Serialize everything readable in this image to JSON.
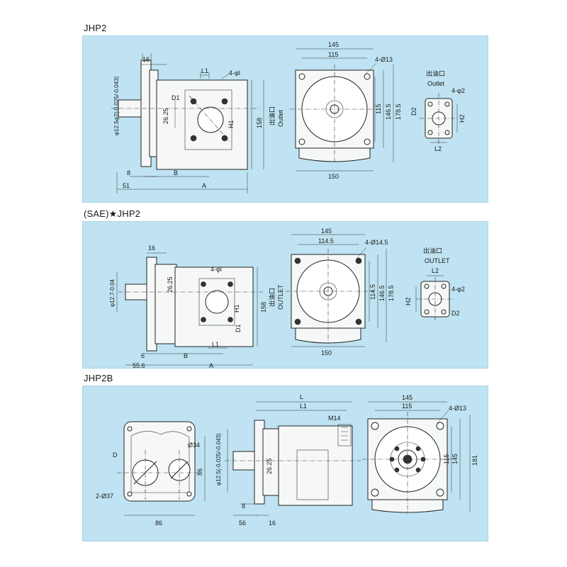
{
  "sections": [
    {
      "title": "JHP2",
      "side": {
        "d16": "16",
        "L1": "L1",
        "holes": "4-φl",
        "D1": "D1",
        "d2625": "26.25",
        "H1": "H1",
        "d158": "158",
        "d8": "8",
        "B": "B",
        "d51": "51",
        "A": "A",
        "shaft": "φ12.5φ7(-0.025/-0.043)"
      },
      "front": {
        "d145": "145",
        "d115": "115",
        "holes": "4-Ø13",
        "d115v": "115",
        "d1465": "146.5",
        "d1785": "178.5",
        "d150": "150",
        "outlet_cn": "出油口",
        "outlet_en": "Outlet"
      },
      "port": {
        "outlet_cn": "出油口",
        "outlet_en": "Outlet",
        "holes": "4-φ2",
        "D2": "D2",
        "H2": "H2",
        "L2": "L2"
      }
    },
    {
      "title": "(SAE)★JHP2",
      "side": {
        "d16": "16",
        "holes": "4-φl",
        "d2625": "26.25",
        "H1": "H1",
        "D1": "D1",
        "L1": "L1",
        "d158": "158",
        "d6": "6",
        "B": "B",
        "d556": "55.6",
        "A": "A",
        "shaft": "φ12.7-0.04"
      },
      "front": {
        "d145": "145",
        "d1145": "114.5",
        "holes": "4-Ø14.5",
        "d1145v": "114.5",
        "d1465": "146.5",
        "d1785": "178.5",
        "d150": "150",
        "outlet_cn": "出油口",
        "outlet_en": "OUTLET"
      },
      "port": {
        "outlet_cn": "出油口",
        "outlet_en": "OUTLET",
        "L2": "L2",
        "holes": "4-φ2",
        "H2": "H2",
        "D2": "D2"
      }
    },
    {
      "title": "JHP2B",
      "rear": {
        "D": "D",
        "d34": "Ø34",
        "d86v": "86",
        "holes": "2-Ø37",
        "d86": "86",
        "shaft": "φ12.5(-0.025/-0.043)"
      },
      "side": {
        "L": "L",
        "L1": "L1",
        "M14": "M14",
        "d2625": "26.25",
        "d8": "8",
        "d56": "56",
        "d16": "16"
      },
      "front": {
        "d145": "145",
        "d115": "115",
        "holes": "4-Ø13",
        "d115v": "115",
        "d145v": "145",
        "d181": "181"
      }
    }
  ]
}
